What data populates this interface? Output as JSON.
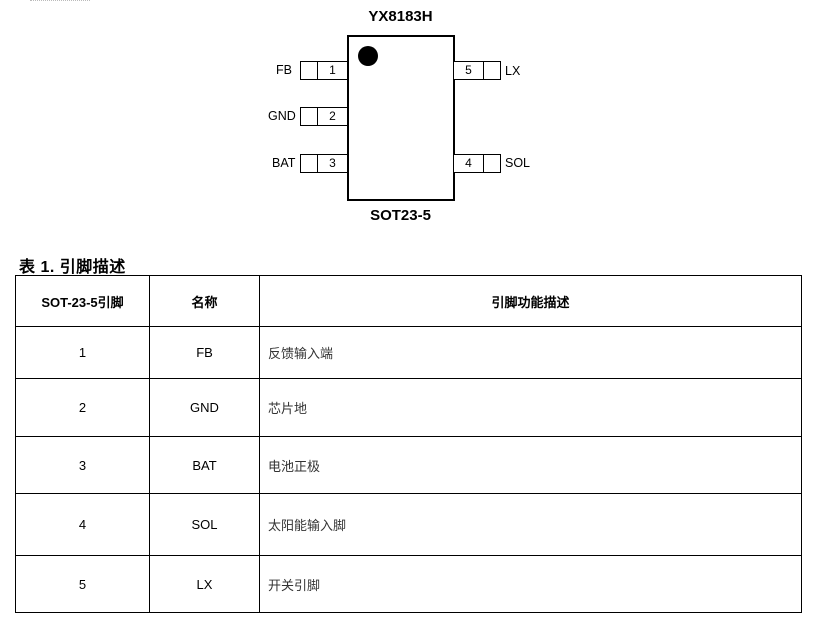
{
  "diagram": {
    "chip_name": "YX8183H",
    "package": "SOT23-5",
    "pins_left": [
      {
        "number": "1",
        "name": "FB"
      },
      {
        "number": "2",
        "name": "GND"
      },
      {
        "number": "3",
        "name": "BAT"
      }
    ],
    "pins_right": [
      {
        "number": "5",
        "name": "LX"
      },
      {
        "number": "4",
        "name": "SOL"
      }
    ]
  },
  "table": {
    "caption": "表 1. 引脚描述",
    "headers": [
      "SOT-23-5引脚",
      "名称",
      "引脚功能描述"
    ],
    "rows": [
      {
        "pin": "1",
        "name": "FB",
        "desc": "反馈输入端"
      },
      {
        "pin": "2",
        "name": "GND",
        "desc": "芯片地"
      },
      {
        "pin": "3",
        "name": "BAT",
        "desc": "电池正极"
      },
      {
        "pin": "4",
        "name": "SOL",
        "desc": "太阳能输入脚"
      },
      {
        "pin": "5",
        "name": "LX",
        "desc": "开关引脚"
      }
    ]
  }
}
